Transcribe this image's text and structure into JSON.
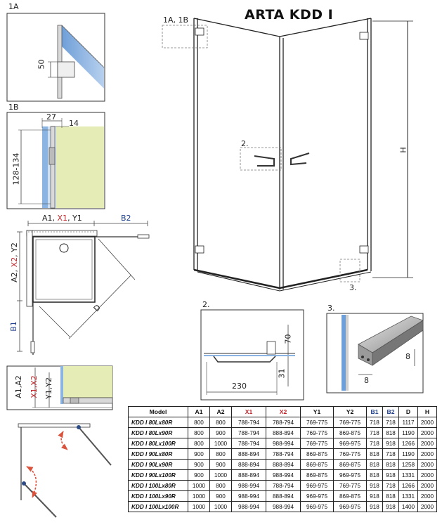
{
  "title": "ARTA KDD I",
  "detail_labels": {
    "d1a": "1A",
    "d1b": "1B",
    "d1a1b": "1A, 1B",
    "d2": "2.",
    "d2b": "2.",
    "d3": "3.",
    "d3b": "3."
  },
  "dimensions": {
    "h": "H",
    "v50": "50",
    "v27": "27",
    "v14": "14",
    "v128_134": "128-134",
    "a1": "A1,",
    "x1": "X1",
    "y1": ", Y1",
    "b2": "B2",
    "a2": "A2,",
    "x2": "X2",
    "y2": ", Y2",
    "d": "D",
    "b1": "B1",
    "a1a2": "A1,A2",
    "x1x2": "X1,X2",
    "y1y2": "Y1,Y2",
    "v70": "70",
    "v31": "31",
    "v230": "230",
    "v8a": "8",
    "v8b": "8"
  },
  "colors": {
    "glass": "#8cb4e2",
    "wall": "#e6ecb6",
    "red": "#c0282d",
    "blue": "#1f3f8f",
    "arrow": "#d9533d"
  },
  "table": {
    "headers": [
      "Model",
      "A1",
      "A2",
      "X1",
      "X2",
      "Y1",
      "Y2",
      "B1",
      "B2",
      "D",
      "H"
    ],
    "rows": [
      [
        "KDD I 80Lx80R",
        "800",
        "800",
        "788-794",
        "788-794",
        "769-775",
        "769-775",
        "718",
        "718",
        "1117",
        "2000"
      ],
      [
        "KDD I 80Lx90R",
        "800",
        "900",
        "788-794",
        "888-894",
        "769-775",
        "869-875",
        "718",
        "818",
        "1190",
        "2000"
      ],
      [
        "KDD I 80Lx100R",
        "800",
        "1000",
        "788-794",
        "988-994",
        "769-775",
        "969-975",
        "718",
        "918",
        "1266",
        "2000"
      ],
      [
        "KDD I 90Lx80R",
        "900",
        "800",
        "888-894",
        "788-794",
        "869-875",
        "769-775",
        "818",
        "718",
        "1190",
        "2000"
      ],
      [
        "KDD I 90Lx90R",
        "900",
        "900",
        "888-894",
        "888-894",
        "869-875",
        "869-875",
        "818",
        "818",
        "1258",
        "2000"
      ],
      [
        "KDD I 90Lx100R",
        "900",
        "1000",
        "888-894",
        "988-994",
        "869-875",
        "969-975",
        "818",
        "918",
        "1331",
        "2000"
      ],
      [
        "KDD I 100Lx80R",
        "1000",
        "800",
        "988-994",
        "788-794",
        "969-975",
        "769-775",
        "918",
        "718",
        "1266",
        "2000"
      ],
      [
        "KDD I 100Lx90R",
        "1000",
        "900",
        "988-994",
        "888-894",
        "969-975",
        "869-875",
        "918",
        "818",
        "1331",
        "2000"
      ],
      [
        "KDD I 100Lx100R",
        "1000",
        "1000",
        "988-994",
        "988-994",
        "969-975",
        "969-975",
        "918",
        "918",
        "1400",
        "2000"
      ]
    ]
  }
}
